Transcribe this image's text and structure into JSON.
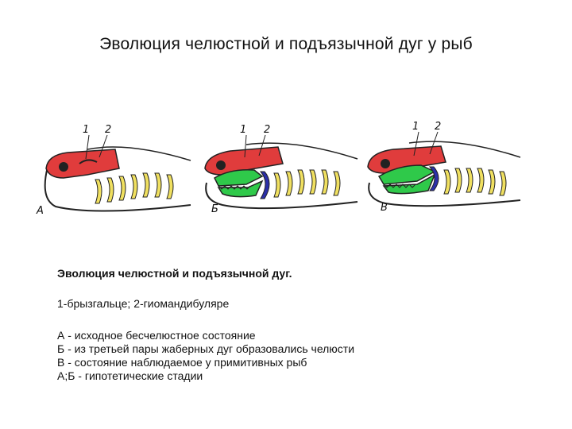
{
  "title": "Эволюция челюстной и подъязычной дуг у рыб",
  "panels": [
    {
      "letter": "А",
      "num1": "1",
      "num2": "2"
    },
    {
      "letter": "Б",
      "num1": "1",
      "num2": "2"
    },
    {
      "letter": "В",
      "num1": "1",
      "num2": "2"
    }
  ],
  "caption": {
    "heading": "Эволюция  челюстной и подъязычной дуг.",
    "legend": "1-брызгальце; 2-гиомандибуляре",
    "lines": [
      "А - исходное бесчелюстное состояние",
      "Б - из третьей пары жаберных дуг образовались челюсти",
      "В - состояние наблюдаемое у примитивных рыб",
      "А;Б - гипотетические стадии"
    ]
  },
  "colors": {
    "cranium": "#e03c3c",
    "jaw": "#2fc94a",
    "arch": "#f0e060",
    "hyoid": "#2b2fa8",
    "outline": "#222222"
  }
}
